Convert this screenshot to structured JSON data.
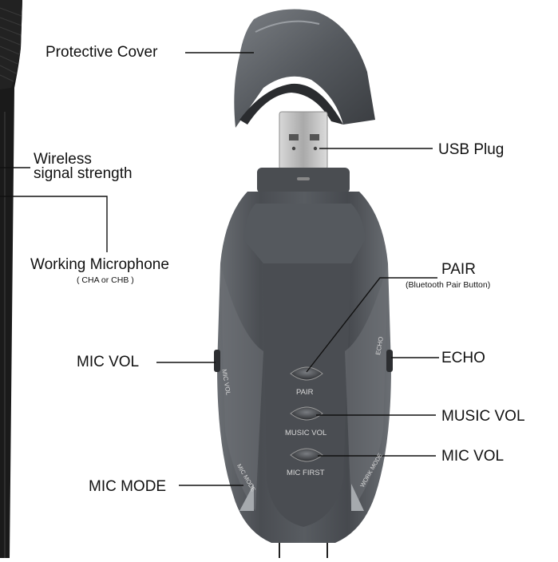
{
  "callouts": {
    "protective_cover": "Protective Cover",
    "usb_plug": "USB Plug",
    "wireless_signal_line1": "Wireless",
    "wireless_signal_line2": "signal strength",
    "working_microphone": "Working Microphone",
    "working_microphone_sub": "( CHA or CHB )",
    "pair": "PAIR",
    "pair_sub": "(Bluetooth Pair Button)",
    "mic_vol_left": "MIC VOL",
    "echo": "ECHO",
    "music_vol": "MUSIC VOL",
    "mic_vol_right": "MIC VOL",
    "mic_mode": "MIC MODE"
  },
  "device_labels": {
    "pair": "PAIR",
    "music_vol": "MUSIC VOL",
    "mic_first": "MIC FIRST",
    "mic_vol_side": "MIC VOL",
    "echo_side": "ECHO",
    "mic_mode_side": "MIC MODE",
    "work_mode_side": "WORK MODE"
  },
  "colors": {
    "body_dark": "#3e4145",
    "body_mid": "#5b5f64",
    "body_light": "#8a8e93",
    "usb_metal": "#c8c8c8",
    "leader_line": "#111111"
  }
}
